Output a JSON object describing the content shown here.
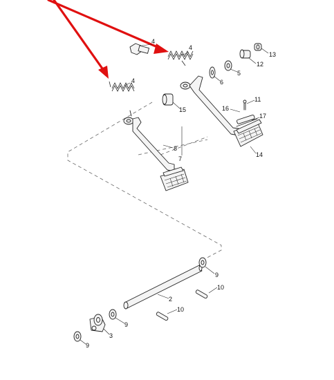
{
  "callouts": {
    "c4a": "4",
    "c4b": "4",
    "c4c": "4",
    "c13": "13",
    "c12": "12",
    "c5": "5",
    "c6": "6",
    "c15": "15",
    "c11": "11",
    "c16": "16",
    "c17": "17",
    "c14": "14",
    "c8": "8",
    "c7": "7",
    "c9a": "9",
    "c10a": "10",
    "c2": "2",
    "c10b": "10",
    "c9b": "9",
    "c3": "3",
    "c9c": "9"
  },
  "colors": {
    "arrow": "#e01010",
    "line": "#222222",
    "dashed": "#666666"
  }
}
